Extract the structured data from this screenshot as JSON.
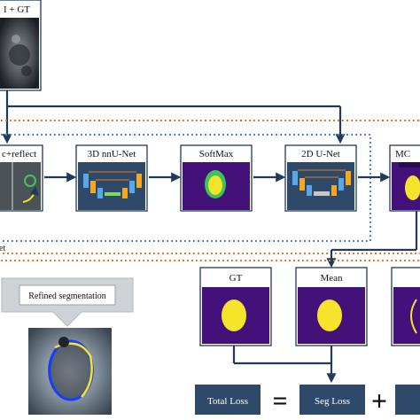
{
  "labels": {
    "input_title": "I + GT",
    "augment_title": "c+reflect",
    "nnunet_title": "3D nnU-Net",
    "softmax_title": "SoftMax",
    "unet2d_title": "2D U-Net",
    "mc_title": "MC",
    "left_caption": "et",
    "refined_title": "Refined segmentation",
    "gt_title": "GT",
    "mean_title": "Mean",
    "total_loss": "Total Loss",
    "equals": "=",
    "seg_loss": "Seg Loss",
    "plus": "+"
  },
  "colors": {
    "navy": "#1f3a5a",
    "purple_bg": "#44107a",
    "yellow": "#f5e42a",
    "green": "#3cc35a",
    "blue_dots": "#4a86c8",
    "orange_dots": "#e07b2a",
    "loss_box": "#2f4a68"
  },
  "icons": {
    "arrows": "arrow-right-icon",
    "plus": "plus-icon",
    "equals": "equals-icon"
  }
}
